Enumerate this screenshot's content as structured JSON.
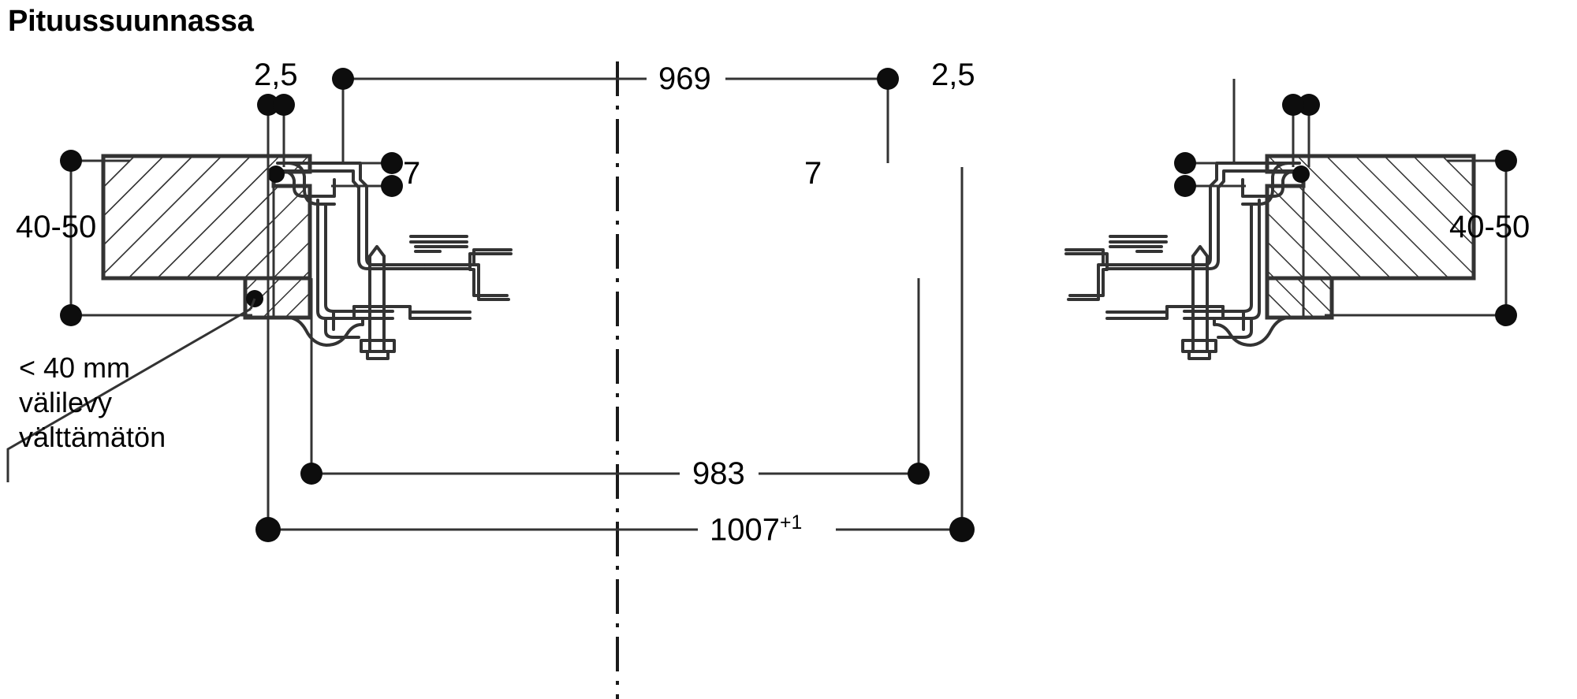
{
  "title": "Pituussuunnassa",
  "dimensions": {
    "top_gap_left": "2,5",
    "top_gap_right": "2,5",
    "flange_left": "7",
    "flange_right": "7",
    "thickness_left": "40-50",
    "thickness_right": "40-50",
    "width_inner": "969",
    "width_middle": "983",
    "width_outer_base": "1007",
    "width_outer_tolerance": "+1"
  },
  "note": {
    "line1": "< 40 mm",
    "line2": "välilevy",
    "line3": "välttämätön"
  },
  "colors": {
    "ink": "#1a1a1a",
    "line": "#333333",
    "background": "#ffffff"
  },
  "icons": {
    "centerline": "dash-dot-centerline",
    "hatch": "section-hatch-pattern",
    "terminator": "filled-dot-dimension-terminator"
  }
}
